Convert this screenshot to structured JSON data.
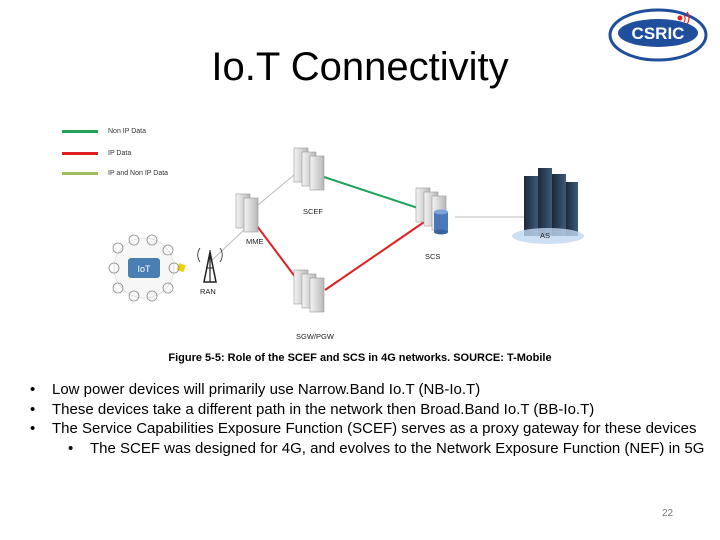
{
  "slide": {
    "title": "Io.T Connectivity",
    "page_number": "22"
  },
  "logo": {
    "text": "CSRIC",
    "accent": "#1f4e9c"
  },
  "legend": [
    {
      "label": "Non IP Data",
      "color": "#20a35a"
    },
    {
      "label": "IP Data",
      "color": "#e02020"
    },
    {
      "label": "IP and Non IP Data",
      "color": "#9cbe5a"
    }
  ],
  "diagram": {
    "nodes": {
      "scef": "SCEF",
      "as": "AS",
      "mme": "MME",
      "scs": "SCS",
      "ran": "RAN",
      "sgw": "SGW/PGW",
      "iot": "IoT"
    }
  },
  "caption": "Figure 5-5: Role of the SCEF and SCS in 4G networks. SOURCE: T-Mobile",
  "bullets": [
    "Low power devices will primarily use Narrow.Band Io.T (NB-Io.T)",
    "These devices take a different path in the network then Broad.Band Io.T (BB-Io.T)",
    "The Service Capabilities Exposure Function (SCEF) serves as a proxy gateway for these devices"
  ],
  "sub_bullets": [
    "The SCEF was designed for 4G, and evolves to the Network Exposure Function (NEF) in 5G"
  ]
}
